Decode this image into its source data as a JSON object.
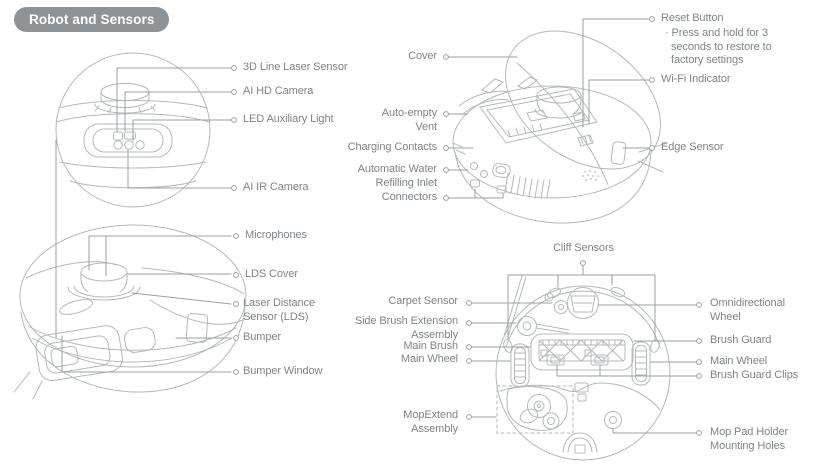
{
  "badge": {
    "label": "Robot and Sensors"
  },
  "front_detail": {
    "laser": "3D Line Laser Sensor",
    "hd_camera": "AI HD Camera",
    "led_light": "LED Auxiliary Light",
    "ir_camera": "AI IR Camera"
  },
  "front_view": {
    "microphones": "Microphones",
    "lds_cover": "LDS Cover",
    "lds_line1": "Laser Distance",
    "lds_line2": "Sensor (LDS)",
    "bumper": "Bumper",
    "bumper_window": "Bumper Window"
  },
  "top_view": {
    "cover": "Cover",
    "auto_empty_line1": "Auto-empty",
    "auto_empty_line2": "Vent",
    "charging_contacts": "Charging Contacts",
    "water_line1": "Automatic Water",
    "water_line2": "Refilling Inlet",
    "connectors": "Connectors",
    "reset_button": "Reset Button",
    "reset_note_line1": "· Press and hold for 3",
    "reset_note_line2": "seconds to restore to",
    "reset_note_line3": "factory settings",
    "wifi_indicator": "Wi-Fi Indicator",
    "edge_sensor": "Edge Sensor"
  },
  "bottom_view": {
    "cliff_sensors": "Cliff Sensors",
    "carpet_sensor": "Carpet Sensor",
    "side_brush_line1": "Side Brush Extension",
    "side_brush_line2": "Assembly",
    "main_brush": "Main Brush",
    "main_wheel_left": "Main Wheel",
    "mopextend_line1": "MopExtend",
    "mopextend_line2": "Assembly",
    "omni_line1": "Omnidirectional",
    "omni_line2": "Wheel",
    "brush_guard": "Brush Guard",
    "main_wheel_right": "Main Wheel",
    "brush_guard_clips": "Brush Guard Clips",
    "mop_holder_line1": "Mop Pad Holder",
    "mop_holder_line2": "Mounting Holes"
  },
  "colors": {
    "badge_background": "#8e9397",
    "badge_text": "#ffffff",
    "label_text": "#7f8487",
    "art_line": "#b5b9bb",
    "leader_line": "#9ba0a3"
  }
}
